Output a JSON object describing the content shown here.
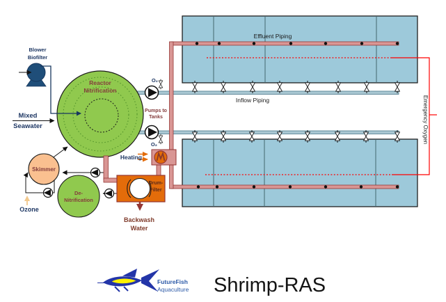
{
  "diagram": {
    "labels": {
      "blower_line1": "Blower",
      "blower_line2": "Biofilter",
      "mixed_line1": "Mixed",
      "mixed_line2": "Seawater",
      "reactor_line1": "Reactor",
      "reactor_line2": "Nitrification",
      "pumps_line1": "Pumps to",
      "pumps_line2": "Tanks",
      "o2_top": "O₂",
      "o2_bottom": "O₂",
      "heating": "Heating",
      "skimmer": "Skimmer",
      "denit_line1": "De-",
      "denit_line2": "Nitrification",
      "ozone": "Ozone",
      "drum_line1": "Drum-",
      "drum_line2": "Filter",
      "backwash_line1": "Backwash",
      "backwash_line2": "Water",
      "effluent_piping": "Effluent Piping",
      "inflow_piping": "Inflow Piping",
      "emergency_oxygen": "Emergency Oxygen"
    },
    "colors": {
      "tank_blue": "#9DC9DA",
      "reactor_green": "#90C94E",
      "skimmer_peach": "#FAC090",
      "drum_orange": "#E36C0A",
      "blower_blue": "#1F4E79",
      "pipe_pink": "#D99694",
      "pipe_border": "#943634",
      "inflow_teal": "#A9C7D2",
      "emergency_red": "#FF0000",
      "label_navy": "#1F3864",
      "label_maroon": "#843C3C",
      "logo_blue": "#2E5BA8"
    }
  },
  "footer": {
    "logo_line1": "FutureFish",
    "logo_line2": "Aquaculture",
    "title": "Shrimp-RAS"
  }
}
